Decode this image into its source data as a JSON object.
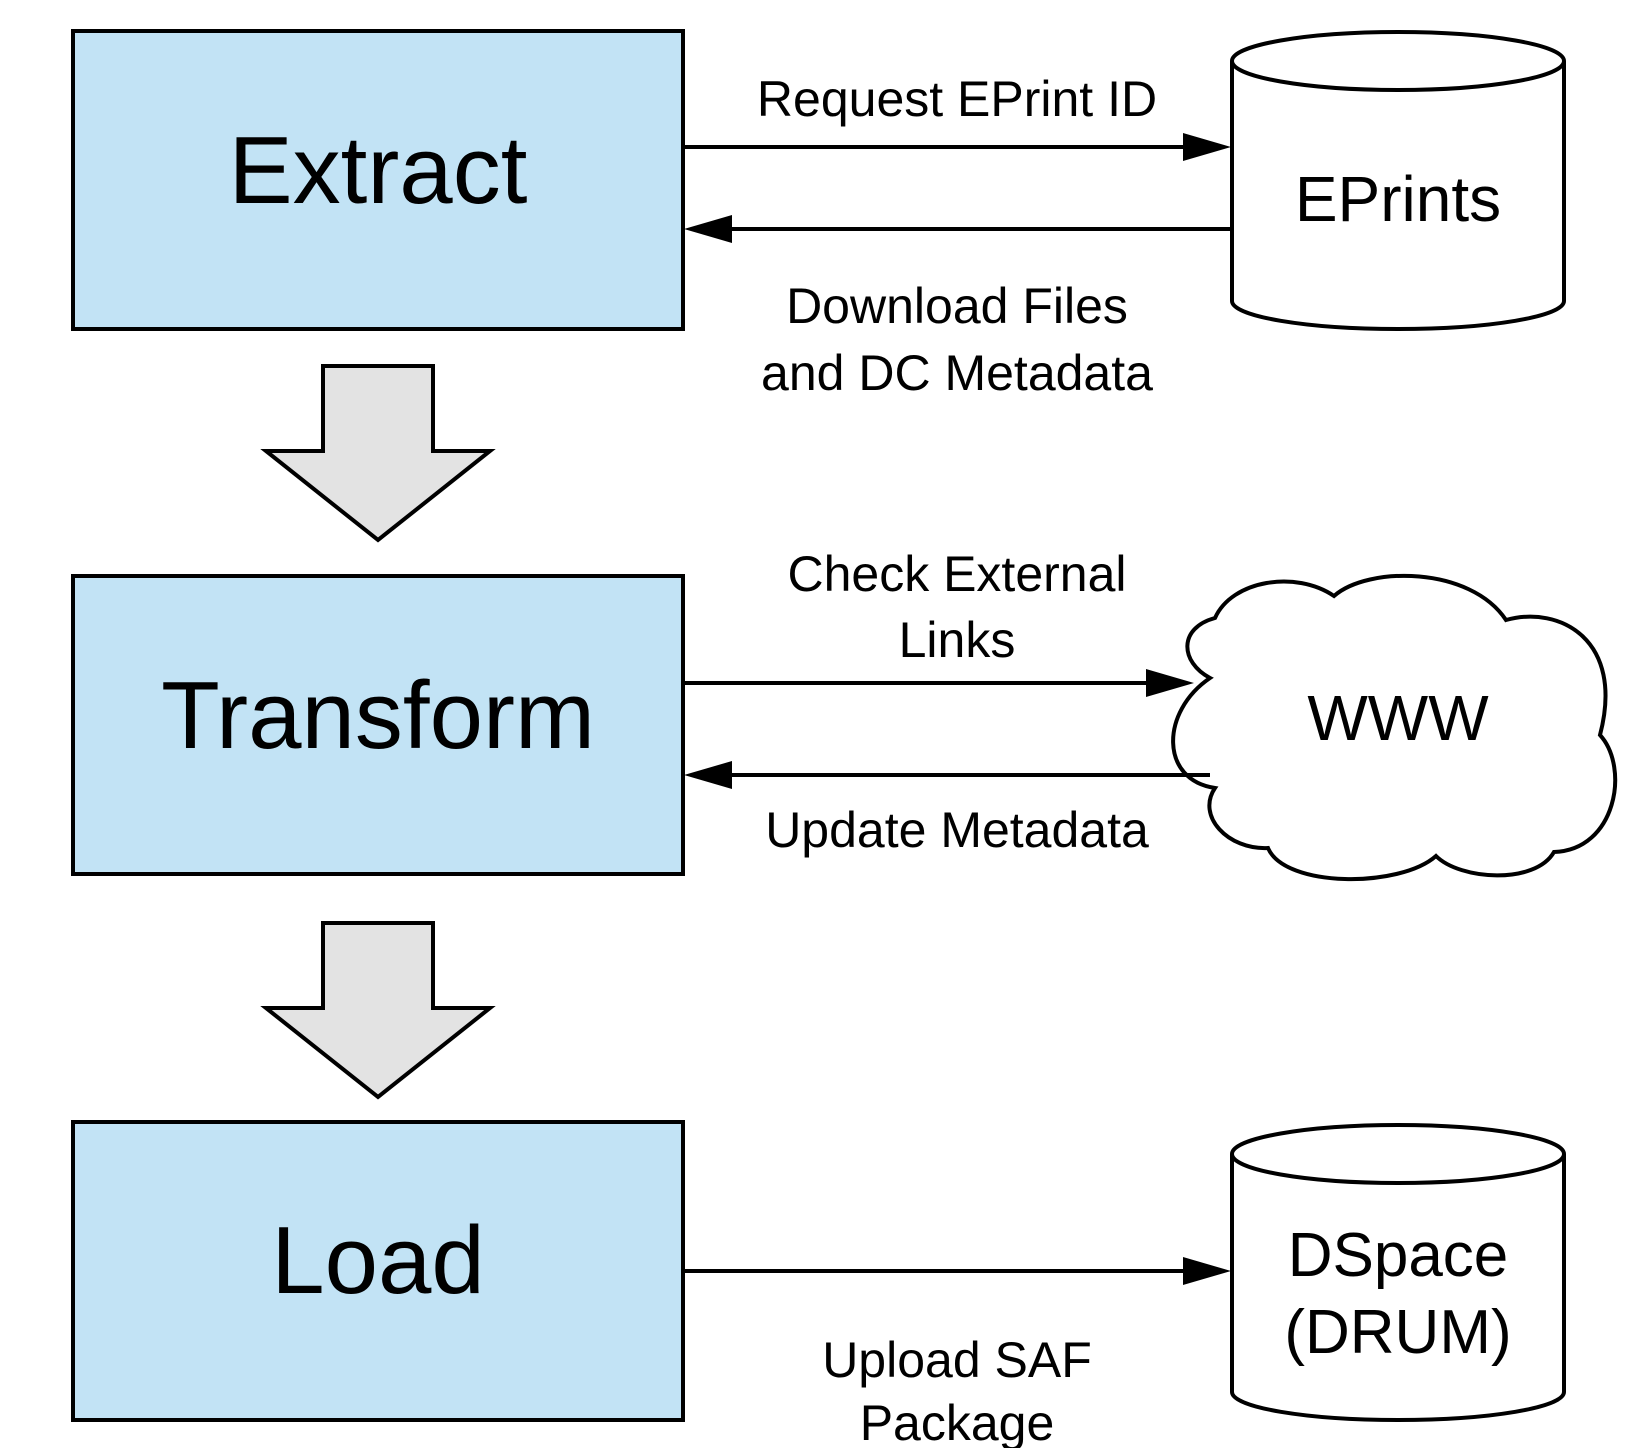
{
  "stages": {
    "extract": "Extract",
    "transform": "Transform",
    "load": "Load"
  },
  "systems": {
    "eprints": "EPrints",
    "www": "WWW",
    "dspace_line1": "DSpace",
    "dspace_line2": "(DRUM)"
  },
  "edges": {
    "request_id": "Request EPrint ID",
    "download_line1": "Download Files",
    "download_line2": "and DC Metadata",
    "check_line1": "Check External",
    "check_line2": "Links",
    "update": "Update Metadata",
    "upload_line1": "Upload SAF",
    "upload_line2": "Package"
  },
  "colors": {
    "stage_fill": "#c2e3f5",
    "flow_arrow_fill": "#e3e3e3",
    "stroke": "#000000"
  }
}
